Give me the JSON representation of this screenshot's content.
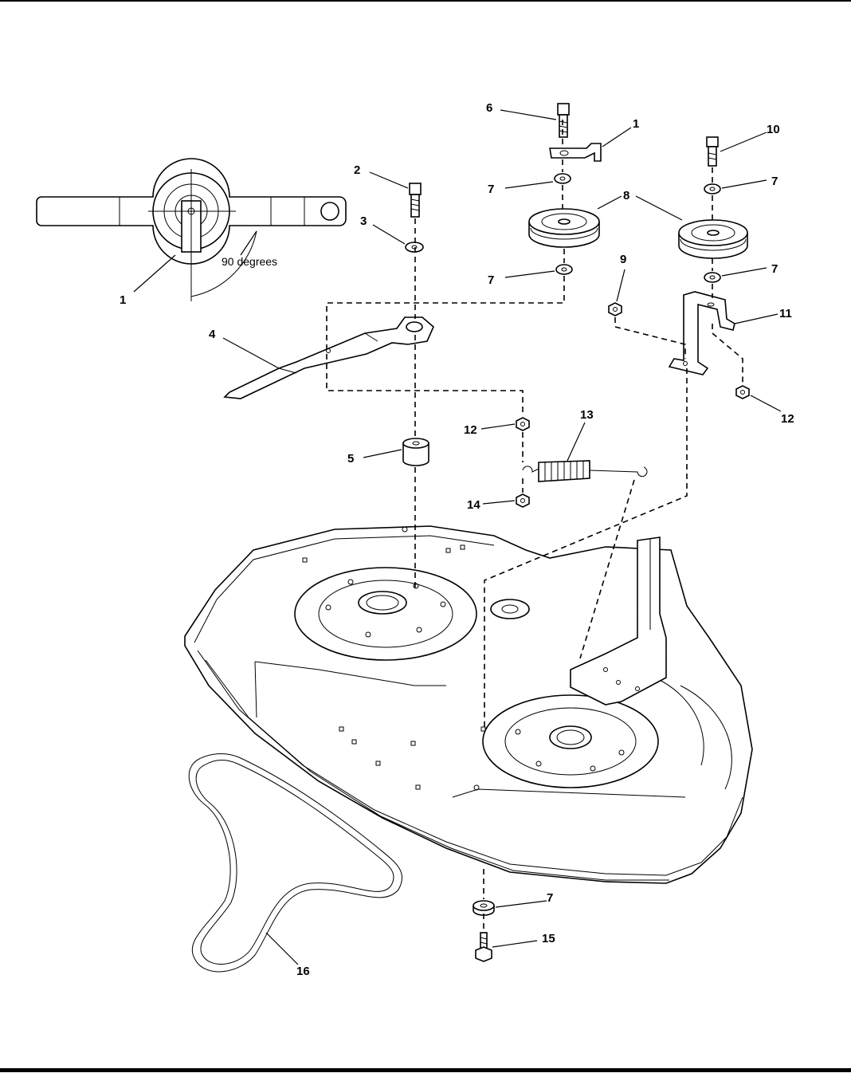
{
  "diagram": {
    "detail_note": "90 degrees",
    "callouts": {
      "c1_detail": "1",
      "c1_top": "1",
      "c2": "2",
      "c3": "3",
      "c4": "4",
      "c5": "5",
      "c6": "6",
      "c7_a": "7",
      "c7_b": "7",
      "c7_c": "7",
      "c7_d": "7",
      "c7_e": "7",
      "c8": "8",
      "c9": "9",
      "c10": "10",
      "c11": "11",
      "c12_a": "12",
      "c12_b": "12",
      "c13": "13",
      "c14": "14",
      "c15": "15",
      "c16": "16"
    }
  }
}
